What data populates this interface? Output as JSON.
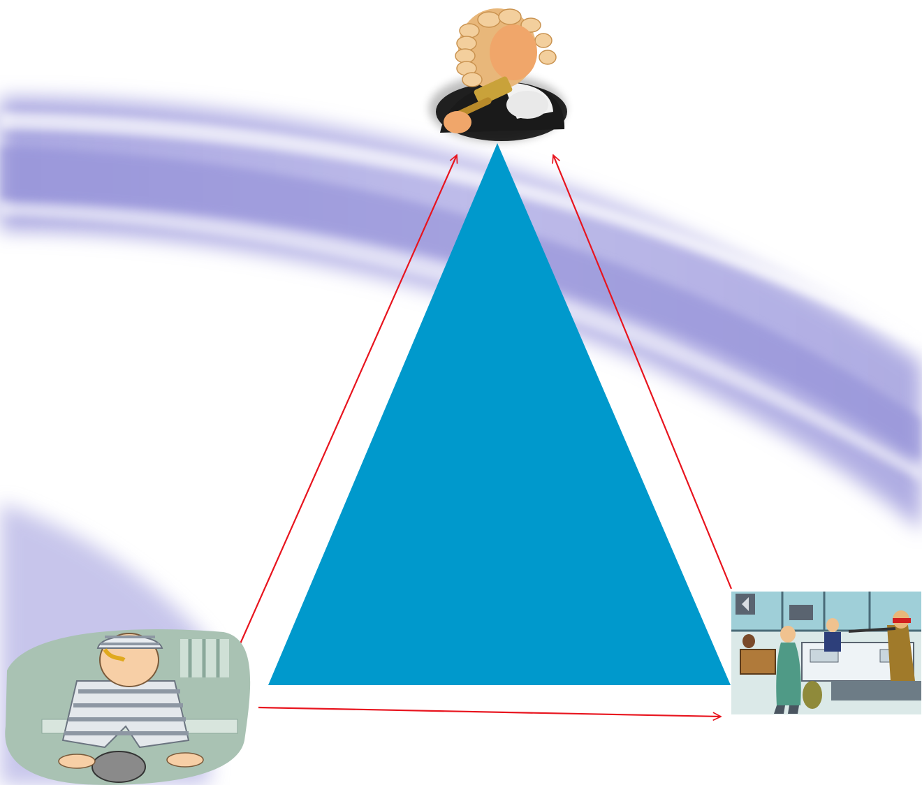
{
  "slide": {
    "background": "#ffffff",
    "swoosh_color": "#9a97db"
  },
  "diagram": {
    "triangle_color": "#0099cc",
    "arrow_color": "#e8141e",
    "nodes": [
      {
        "id": "judge",
        "icon": "judge-icon"
      },
      {
        "id": "prisoner",
        "icon": "prisoner-icon"
      },
      {
        "id": "robbery",
        "icon": "bank-robbery-icon"
      }
    ],
    "edges": [
      {
        "from": "prisoner",
        "to": "judge"
      },
      {
        "from": "robbery",
        "to": "judge"
      },
      {
        "from": "prisoner",
        "to": "robbery"
      }
    ]
  }
}
